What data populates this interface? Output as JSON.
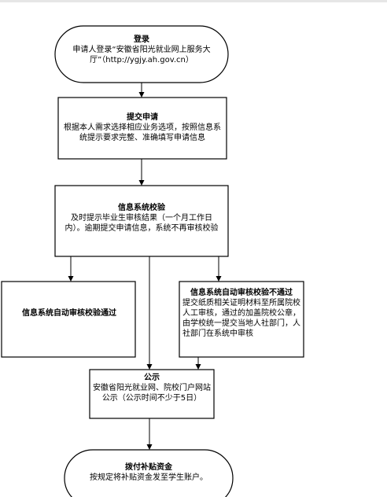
{
  "nodes": {
    "login": {
      "title": "登录",
      "body": "申请人登录“安徽省阳光就业网上服务大厅”（http://ygjy.ah.gov.cn）"
    },
    "submit": {
      "title": "提交申请",
      "body": "根据本人需求选择相应业务选项，按照信息系统提示要求完整、准确填写申请信息"
    },
    "verify": {
      "title": "信息系统校验",
      "body": "及时提示毕业生审核结果（一个月工作日内）。逾期提交申请信息，系统不再审核校验"
    },
    "pass": {
      "title": "信息系统自动审核校验通过"
    },
    "fail": {
      "title": "信息系统自动审核校验不通过",
      "body": "提交纸质相关证明材料至所属院校人工审核，通过的加盖院校公章，由学校统一提交当地人社部门，人社部门在系统中审核"
    },
    "publicity": {
      "title": "公示",
      "body": "安徽省阳光就业网、院校门户网站公示（公示时间不少于5日）"
    },
    "pay": {
      "title": "拨付补贴资金",
      "body": "按规定将补贴资金发至学生账户。"
    }
  }
}
